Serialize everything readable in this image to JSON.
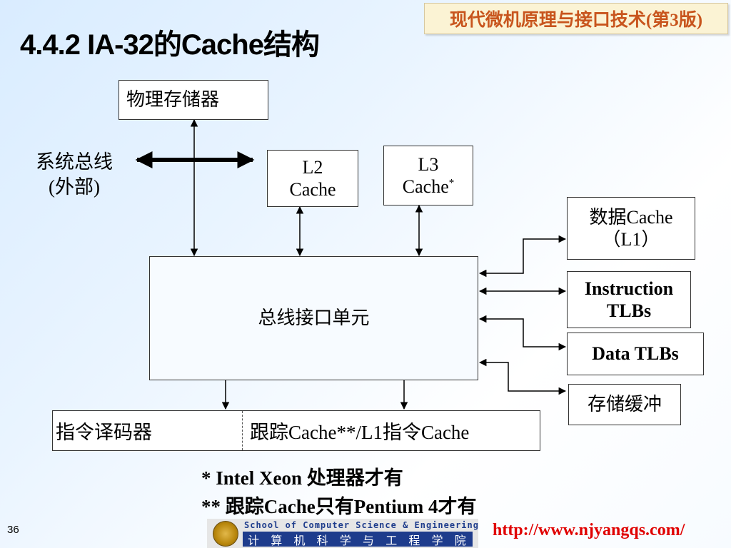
{
  "header": {
    "title": "4.4.2  IA-32的Cache结构",
    "book_tag": "现代微机原理与接口技术(第3版)"
  },
  "diagram": {
    "physical_memory": "物理存储器",
    "system_bus_line1": "系统总线",
    "system_bus_line2": "(外部)",
    "l2_line1": "L2",
    "l2_line2": "Cache",
    "l3_line1": "L3",
    "l3_line2": "Cache",
    "l3_mark": "*",
    "data_cache_line1": "数据Cache",
    "data_cache_line2": "（L1）",
    "itlb_line1": "Instruction",
    "itlb_line2": "TLBs",
    "dtlb": "Data TLBs",
    "store_buffer": "存储缓冲",
    "bus_interface_unit": "总线接口单元",
    "decoder": "指令译码器",
    "trace_cache": "跟踪Cache**/L1指令Cache"
  },
  "notes": {
    "note1": "* Intel Xeon 处理器才有",
    "note2": "** 跟踪Cache只有Pentium 4才有"
  },
  "footer": {
    "page_number": "36",
    "school_en": "School of Computer Science & Engineering",
    "school_cn": [
      "计",
      "算",
      "机",
      "科",
      "学",
      "与",
      "工",
      "程",
      "学",
      "院"
    ],
    "url": "http://www.njyangqs.com/"
  }
}
